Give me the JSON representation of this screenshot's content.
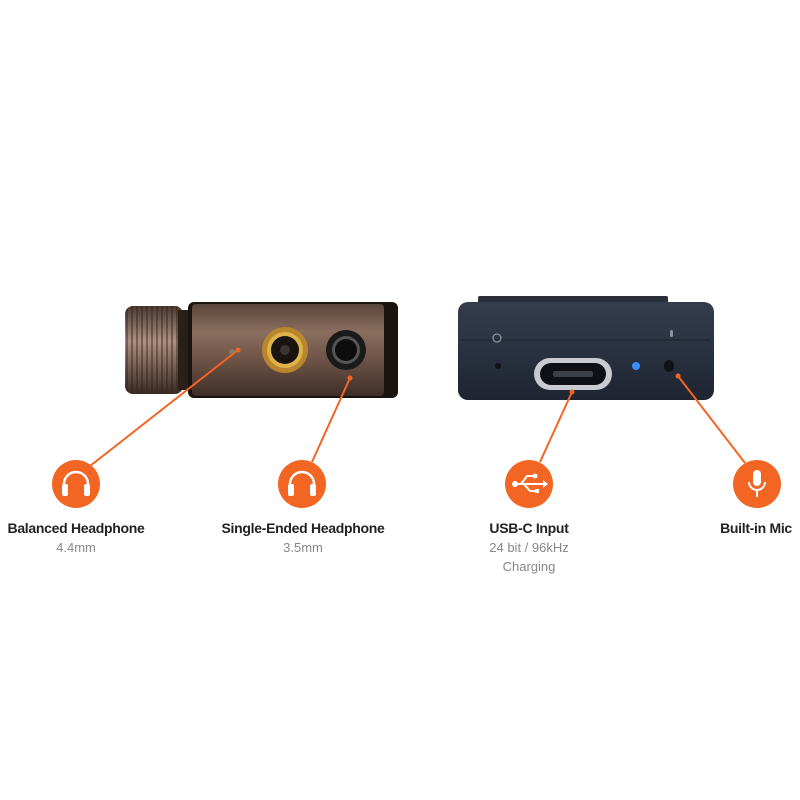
{
  "accent_color": "#f26522",
  "features": [
    {
      "title": "Balanced Headphone",
      "lines": [
        "4.4mm"
      ],
      "icon": "headphones-icon"
    },
    {
      "title": "Single-Ended Headphone",
      "lines": [
        "3.5mm"
      ],
      "icon": "headphones-icon"
    },
    {
      "title": "USB-C Input",
      "lines": [
        "24 bit / 96kHz",
        "Charging"
      ],
      "icon": "usb-icon"
    },
    {
      "title": "Built-in Mic",
      "lines": [],
      "icon": "microphone-icon"
    }
  ]
}
